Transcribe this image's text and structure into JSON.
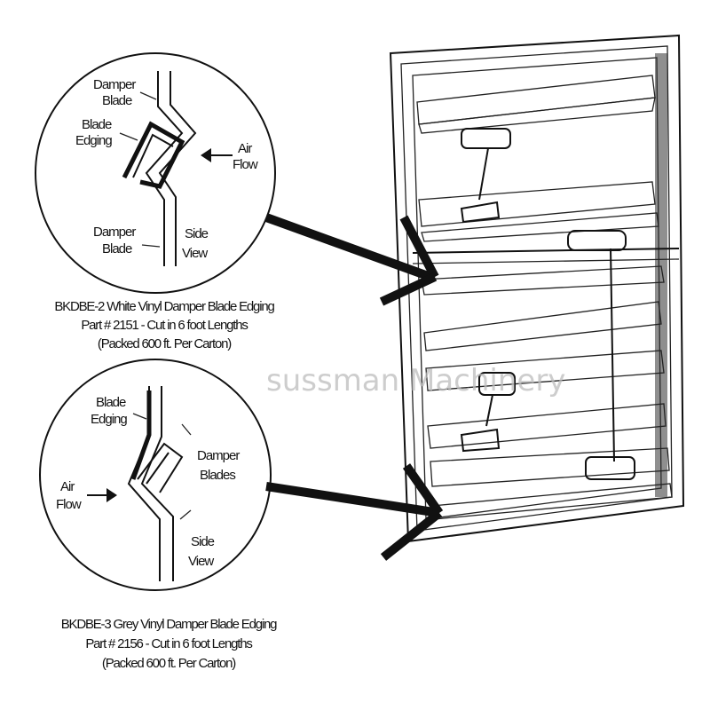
{
  "top_detail": {
    "damper_blade_top": [
      "Damper",
      "Blade"
    ],
    "blade_edging": [
      "Blade",
      "Edging"
    ],
    "air_flow": [
      "Air",
      "Flow"
    ],
    "damper_blade_bottom": [
      "Damper",
      "Blade"
    ],
    "side_view": [
      "Side",
      "View"
    ]
  },
  "top_caption": [
    "BKDBE-2 White Vinyl Damper Blade Edging",
    "Part # 2151 - Cut in 6 foot Lengths",
    "(Packed 600 ft. Per Carton)"
  ],
  "bottom_detail": {
    "blade_edging": [
      "Blade",
      "Edging"
    ],
    "damper_blades": [
      "Damper",
      "Blades"
    ],
    "air_flow": [
      "Air",
      "Flow"
    ],
    "side_view": [
      "Side",
      "View"
    ]
  },
  "bottom_caption": [
    "BKDBE-3 Grey Vinyl Damper Blade Edging",
    "Part # 2156 - Cut in 6 foot Lengths",
    "(Packed 600 ft. Per Carton)"
  ],
  "watermark": "sussman Machinery"
}
